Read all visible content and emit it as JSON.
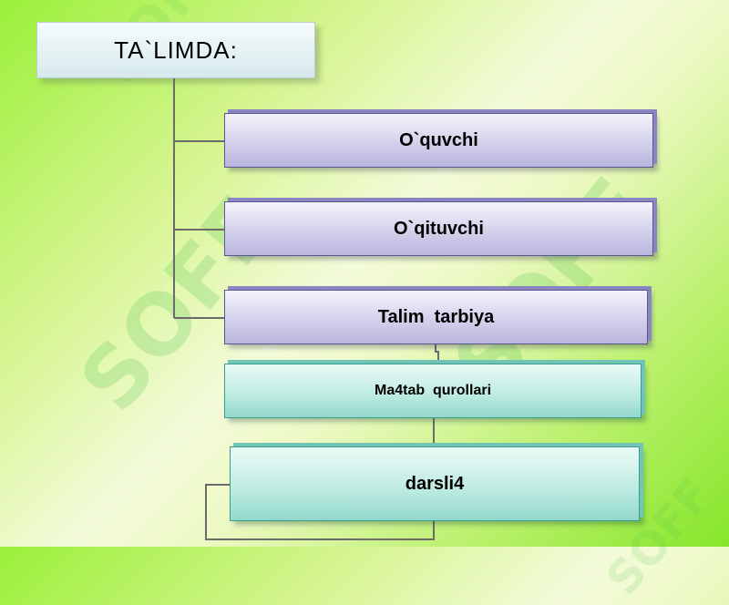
{
  "root": {
    "label": "TA`LIMDA:"
  },
  "items": [
    {
      "label": "O`quvchi"
    },
    {
      "label": "O`qituvchi"
    },
    {
      "label": "Talim  tarbiya"
    }
  ],
  "sub_items": [
    {
      "label": "Ma4tab  qurollari"
    },
    {
      "label": "darsli4"
    }
  ],
  "watermark": {
    "text": "SOFF"
  },
  "colors": {
    "background_green": "#9af03a",
    "box_purple": "#bab5dd",
    "box_teal": "#93d8cc",
    "connector": "#6b6b6b"
  }
}
